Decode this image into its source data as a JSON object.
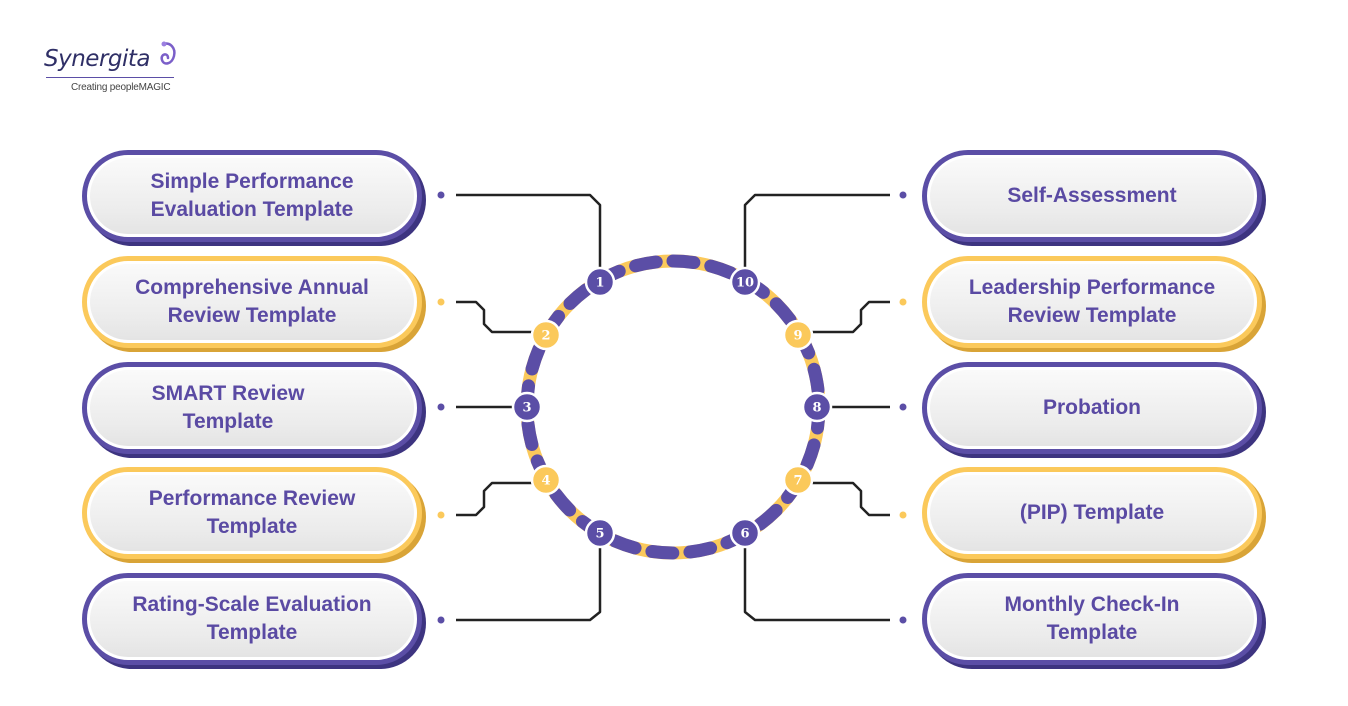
{
  "brand": {
    "name": "Synergita",
    "tagline": "Creating peopleMAGIC"
  },
  "colors": {
    "purple": "#5b4ea6",
    "purple_dark": "#3d3480",
    "yellow": "#fbc95b",
    "yellow_dark": "#d9a437",
    "label": "#5a4aa3",
    "connector": "#222222"
  },
  "templates": [
    {
      "number": "1",
      "label": "Simple Performance\nEvaluation Template",
      "side": "left",
      "color": "purple"
    },
    {
      "number": "2",
      "label": "Comprehensive Annual\nReview Template",
      "side": "left",
      "color": "yellow"
    },
    {
      "number": "3",
      "label": "SMART Review\nTemplate",
      "side": "left",
      "color": "purple"
    },
    {
      "number": "4",
      "label": "Performance Review\nTemplate",
      "side": "left",
      "color": "yellow"
    },
    {
      "number": "5",
      "label": "Rating-Scale Evaluation\nTemplate",
      "side": "left",
      "color": "purple"
    },
    {
      "number": "6",
      "label": "Monthly Check-In\nTemplate",
      "side": "right",
      "color": "purple"
    },
    {
      "number": "7",
      "label": "(PIP) Template",
      "side": "right",
      "color": "yellow"
    },
    {
      "number": "8",
      "label": "Probation",
      "side": "right",
      "color": "purple"
    },
    {
      "number": "9",
      "label": "Leadership Performance\nReview Template",
      "side": "right",
      "color": "yellow"
    },
    {
      "number": "10",
      "label": "Self-Assessment",
      "side": "right",
      "color": "purple"
    }
  ]
}
